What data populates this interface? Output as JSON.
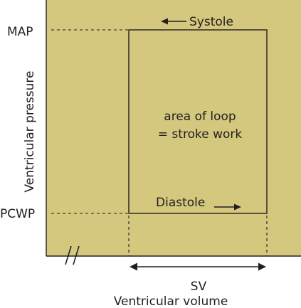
{
  "diagram": {
    "y_axis_label": "Ventricular pressure",
    "x_axis_label": "Ventricular volume",
    "y_tick_high": "MAP",
    "y_tick_low": "PCWP",
    "top_edge_label": "Systole",
    "bottom_edge_label": "Diastole",
    "center_label_line1": "area of loop",
    "center_label_line2": "= stroke work",
    "width_label": "SV",
    "colors": {
      "plot_background": "#d4c77e",
      "line": "#231f20",
      "page_background": "#ffffff"
    }
  }
}
